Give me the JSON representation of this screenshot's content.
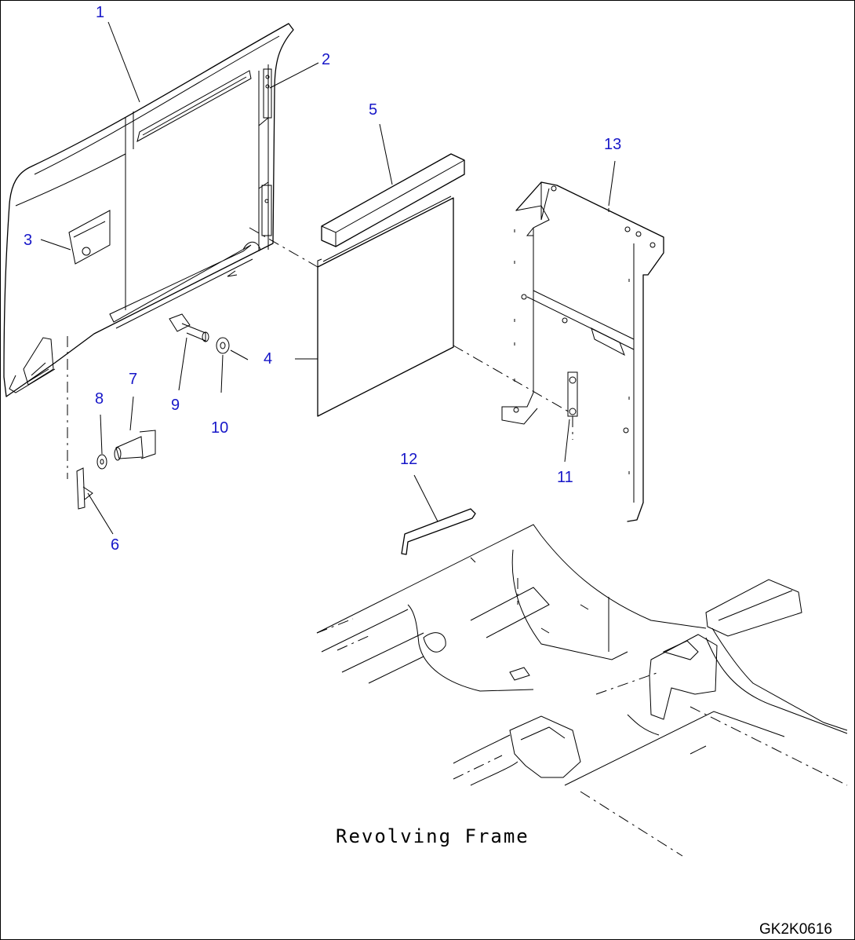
{
  "callouts": [
    "1",
    "2",
    "3",
    "4",
    "5",
    "6",
    "7",
    "8",
    "9",
    "10",
    "11",
    "12",
    "13"
  ],
  "caption": "Revolving Frame",
  "drawing_code": "GK2K0616",
  "colors": {
    "callout": "#1717c8",
    "line": "#000000",
    "background": "#ffffff"
  }
}
